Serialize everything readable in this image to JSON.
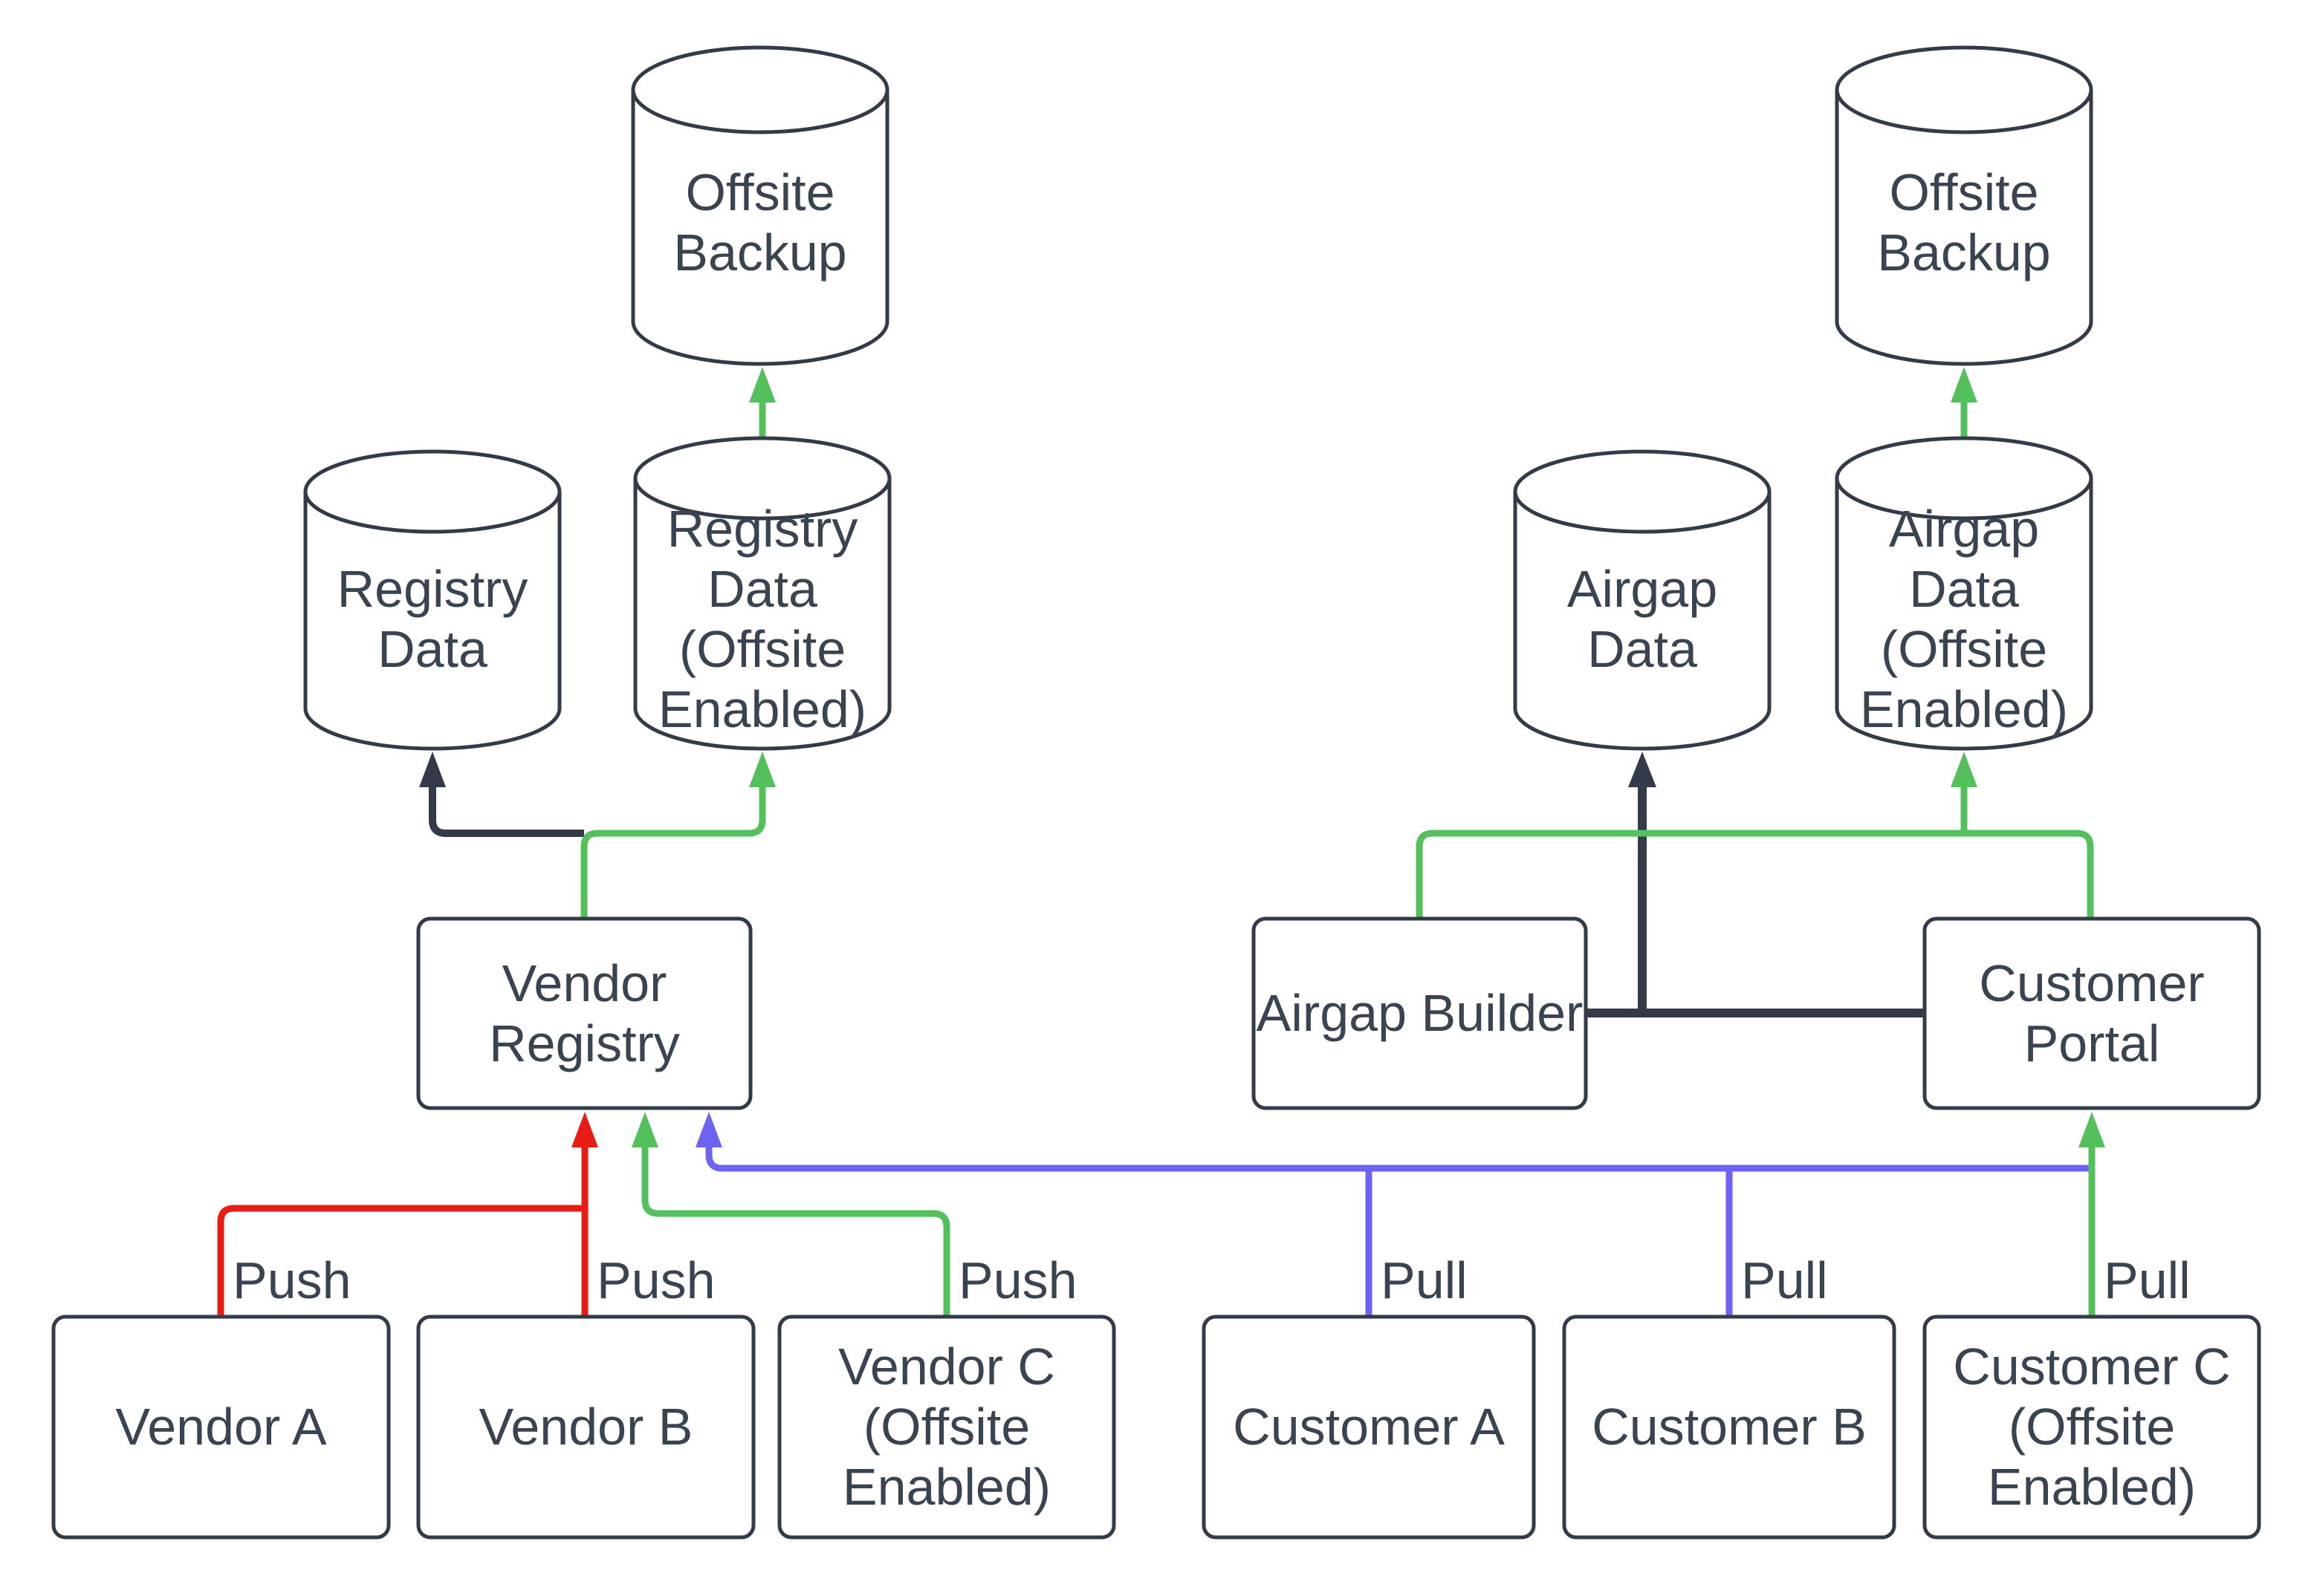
{
  "diagram_title": "Vendor registry and customer airgap data flow",
  "colors": {
    "background": "#ffffff",
    "node_fill": "#ffffff",
    "stroke_dark": "#333b49",
    "text": "#3a4350",
    "push_red": "#e91c15",
    "offsite_green": "#54c05c",
    "pull_blue": "#6c63f2"
  },
  "nodes": {
    "offsite_backup_left": {
      "label": "Offsite Backup",
      "type": "cylinder"
    },
    "registry_data": {
      "label": "Registry Data",
      "type": "cylinder"
    },
    "registry_data_offsite": {
      "label": "Registry Data (Offsite Enabled)",
      "type": "cylinder"
    },
    "vendor_registry": {
      "label": "Vendor Registry",
      "type": "box"
    },
    "vendor_a": {
      "label": "Vendor A",
      "type": "box"
    },
    "vendor_b": {
      "label": "Vendor B",
      "type": "box"
    },
    "vendor_c": {
      "label": "Vendor C (Offsite Enabled)",
      "type": "box"
    },
    "airgap_data": {
      "label": "Airgap Data",
      "type": "cylinder"
    },
    "airgap_data_offsite": {
      "label": "Airgap Data (Offsite Enabled)",
      "type": "cylinder"
    },
    "offsite_backup_right": {
      "label": "Offsite Backup",
      "type": "cylinder"
    },
    "airgap_builder": {
      "label": "Airgap Builder",
      "type": "box"
    },
    "customer_portal": {
      "label": "Customer Portal",
      "type": "box"
    },
    "customer_a": {
      "label": "Customer A",
      "type": "box"
    },
    "customer_b": {
      "label": "Customer B",
      "type": "box"
    },
    "customer_c": {
      "label": "Customer C (Offsite Enabled)",
      "type": "box"
    }
  },
  "edge_labels": {
    "push_a": "Push",
    "push_b": "Push",
    "push_c": "Push",
    "pull_a": "Pull",
    "pull_b": "Pull",
    "pull_c": "Pull"
  },
  "edges": [
    {
      "from": "Vendor A",
      "to": "Vendor Registry",
      "color": "red",
      "label": "Push"
    },
    {
      "from": "Vendor B",
      "to": "Vendor Registry",
      "color": "red",
      "label": "Push"
    },
    {
      "from": "Vendor C (Offsite Enabled)",
      "to": "Vendor Registry",
      "color": "green",
      "label": "Push"
    },
    {
      "from": "Customer A",
      "to": "Vendor Registry",
      "color": "blue",
      "label": "Pull"
    },
    {
      "from": "Customer B",
      "to": "Vendor Registry",
      "color": "blue",
      "label": "Pull"
    },
    {
      "from": "Customer C (Offsite Enabled)",
      "to": "Customer Portal",
      "color": "green",
      "label": "Pull"
    },
    {
      "from": "Vendor Registry",
      "to": "Registry Data",
      "color": "dark"
    },
    {
      "from": "Vendor Registry",
      "to": "Registry Data (Offsite Enabled)",
      "color": "green"
    },
    {
      "from": "Registry Data (Offsite Enabled)",
      "to": "Offsite Backup",
      "color": "green"
    },
    {
      "from": "Airgap Builder + Customer Portal",
      "to": "Airgap Data",
      "color": "dark"
    },
    {
      "from": "Airgap Builder + Customer Portal",
      "to": "Airgap Data (Offsite Enabled)",
      "color": "green"
    },
    {
      "from": "Airgap Data (Offsite Enabled)",
      "to": "Offsite Backup",
      "color": "green"
    }
  ]
}
